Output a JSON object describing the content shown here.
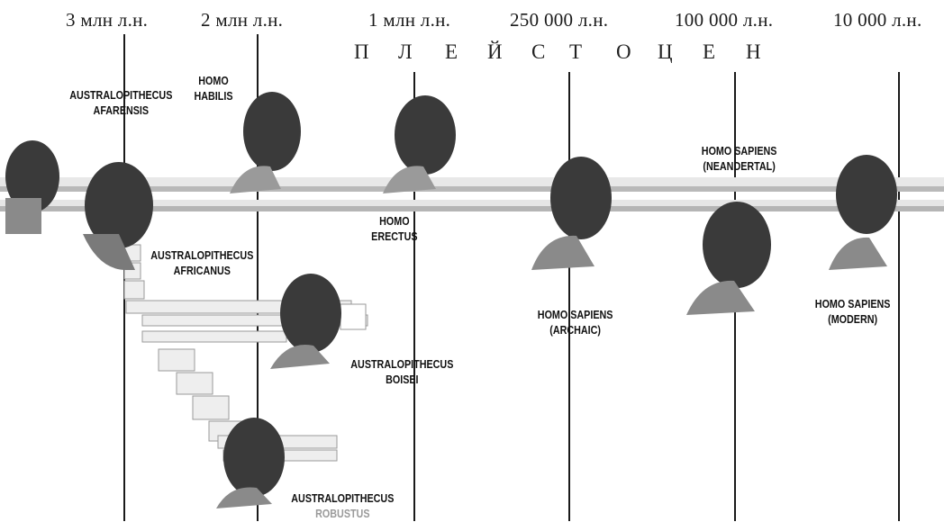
{
  "timeline": {
    "labels": [
      "3 млн л.н.",
      "2 млн л.н.",
      "1 млн л.н.",
      "250 000 л.н.",
      "100 000 л.н.",
      "10 000 л.н."
    ]
  },
  "epoch": {
    "letters": [
      "П",
      "Л",
      "Е",
      "Й",
      "С",
      "Т",
      "О",
      "Ц",
      "Е",
      "Н"
    ]
  },
  "species": {
    "afarensis": {
      "line1": "AUSTRALOPITHECUS",
      "line2": "AFARENSIS"
    },
    "habilis": {
      "line1": "HOMO",
      "line2": "HABILIS"
    },
    "erectus": {
      "line1": "HOMO",
      "line2": "ERECTUS"
    },
    "neandertal": {
      "line1": "HOMO SAPIENS",
      "line2": "(NEANDERTAL)"
    },
    "africanus": {
      "line1": "AUSTRALOPITHECUS",
      "line2": "AFRICANUS"
    },
    "boisei": {
      "line1": "AUSTRALOPITHECUS",
      "line2": "BOISEI"
    },
    "archaic": {
      "line1": "HOMO SAPIENS",
      "line2": "(ARCHAIC)"
    },
    "modern": {
      "line1": "HOMO SAPIENS",
      "line2": "(MODERN)"
    },
    "robustus": {
      "line1": "AUSTRALOPITHECUS",
      "line2": "ROBUSTUS"
    }
  },
  "colors": {
    "bar_light": "#e8e8e8",
    "bar_dark": "#b9b9b9",
    "line": "#1a1a1a",
    "figure": "#3a3a3a"
  }
}
